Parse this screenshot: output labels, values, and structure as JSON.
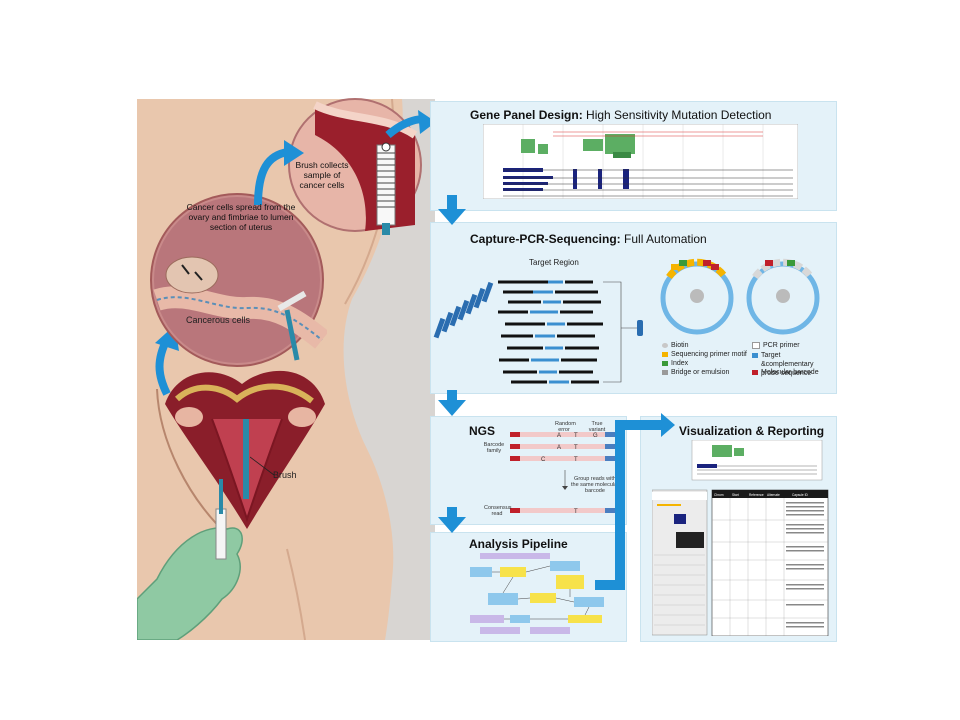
{
  "illustration": {
    "spread_caption": "Cancer cells spread from the ovary and fimbriae to lumen section of uterus",
    "brush_caption": "Brush collects sample of cancer cells",
    "cancerous_cells_label": "Cancerous cells",
    "brush_label": "Brush"
  },
  "panels": {
    "gene_panel": {
      "title_bold": "Gene Panel Design:",
      "title_rest": " High Sensitivity Mutation Detection"
    },
    "capture": {
      "title_bold": "Capture-PCR-Sequencing:",
      "title_rest": " Full Automation",
      "target_region_label": "Target Region",
      "legend": [
        {
          "label": "Biotin",
          "color": "#c8c8c8"
        },
        {
          "label": "Sequencing primer motif",
          "color": "#f5b400"
        },
        {
          "label": "Index",
          "color": "#3a9a3a"
        },
        {
          "label": "Bridge or emulsion",
          "color": "#9a9a9a"
        },
        {
          "label": "PCR primer",
          "color": "#ffffff"
        },
        {
          "label": "Target &complementary probe sequence",
          "color": "#3a8fd0"
        },
        {
          "label": "Molecular barcode",
          "color": "#c0202a"
        }
      ]
    },
    "ngs": {
      "title": "NGS",
      "random_error": "Random error",
      "true_variant": "True variant",
      "barcode_family": "Barcode family",
      "group_reads": "Group reads with the same molecular barcode",
      "consensus_read": "Consensus read",
      "bases": [
        "A",
        "T",
        "G",
        "A",
        "T",
        "C",
        "T",
        "T"
      ]
    },
    "analysis": {
      "title": "Analysis Pipeline"
    },
    "visualization": {
      "title": "Visualization & Reporting",
      "table_headers": [
        "Chrom",
        "Start",
        "Reference",
        "Alternate",
        "Capsule ID"
      ]
    }
  },
  "colors": {
    "panel_bg": "#e4f2f9",
    "arrow_blue": "#1e90d6",
    "skin": "#e9c7ad",
    "bg_left": "#d9d6d3",
    "glove": "#8fc9a3"
  }
}
